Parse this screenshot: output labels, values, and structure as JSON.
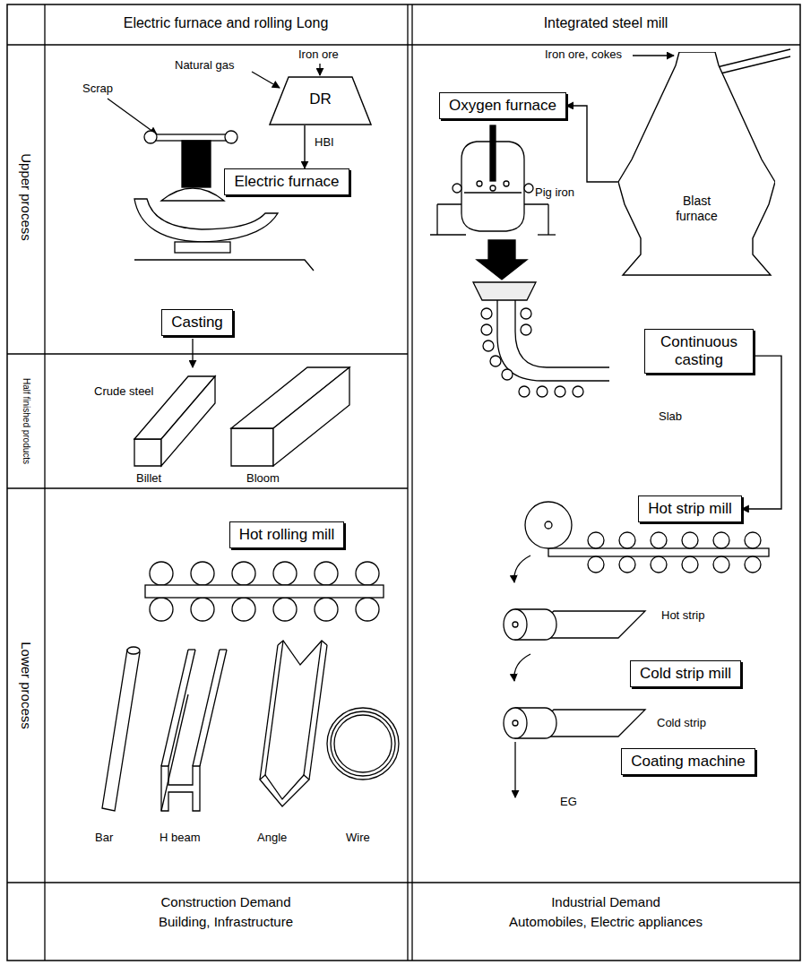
{
  "diagram": {
    "nodes": [
      {
        "text": [
          "DR"
        ]
      },
      {
        "text": [
          "Electric furnace"
        ]
      },
      {
        "text": [
          "Casting"
        ]
      },
      {
        "text": [
          "Hot rolling mill"
        ]
      },
      {
        "text": [
          "Oxygen furnace"
        ]
      },
      {
        "text": [
          "Blast furnace"
        ]
      },
      {
        "text": [
          "Continuous casting"
        ]
      },
      {
        "text": [
          "Hot strip mill"
        ]
      },
      {
        "text": [
          "Cold strip mill"
        ]
      },
      {
        "text": [
          "Coating machine"
        ]
      }
    ],
    "edges": [
      {
        "from": 0,
        "to": 1,
        "label": "HBI",
        "arrow": "to"
      },
      {
        "from": 5,
        "to": 4,
        "label": "Pig iron",
        "arrow": "to"
      },
      {
        "from": 6,
        "to": 7,
        "arrow": "to"
      }
    ],
    "labels": [
      "Electric furnace and rolling Long",
      "Integrated steel mill",
      "Upper process",
      "Half finished products",
      "Lower process",
      "Iron ore",
      "Natural gas",
      "Scrap",
      "Crude steel",
      "Billet",
      "Bloom",
      "Bar",
      "H beam",
      "Angle",
      "Wire",
      "Iron ore, cokes",
      "Slab",
      "Hot strip",
      "Cold strip",
      "EG",
      "Construction Demand",
      "Building, Infrastructure",
      "Industrial Demand",
      "Automobiles, Electric appliances"
    ]
  }
}
